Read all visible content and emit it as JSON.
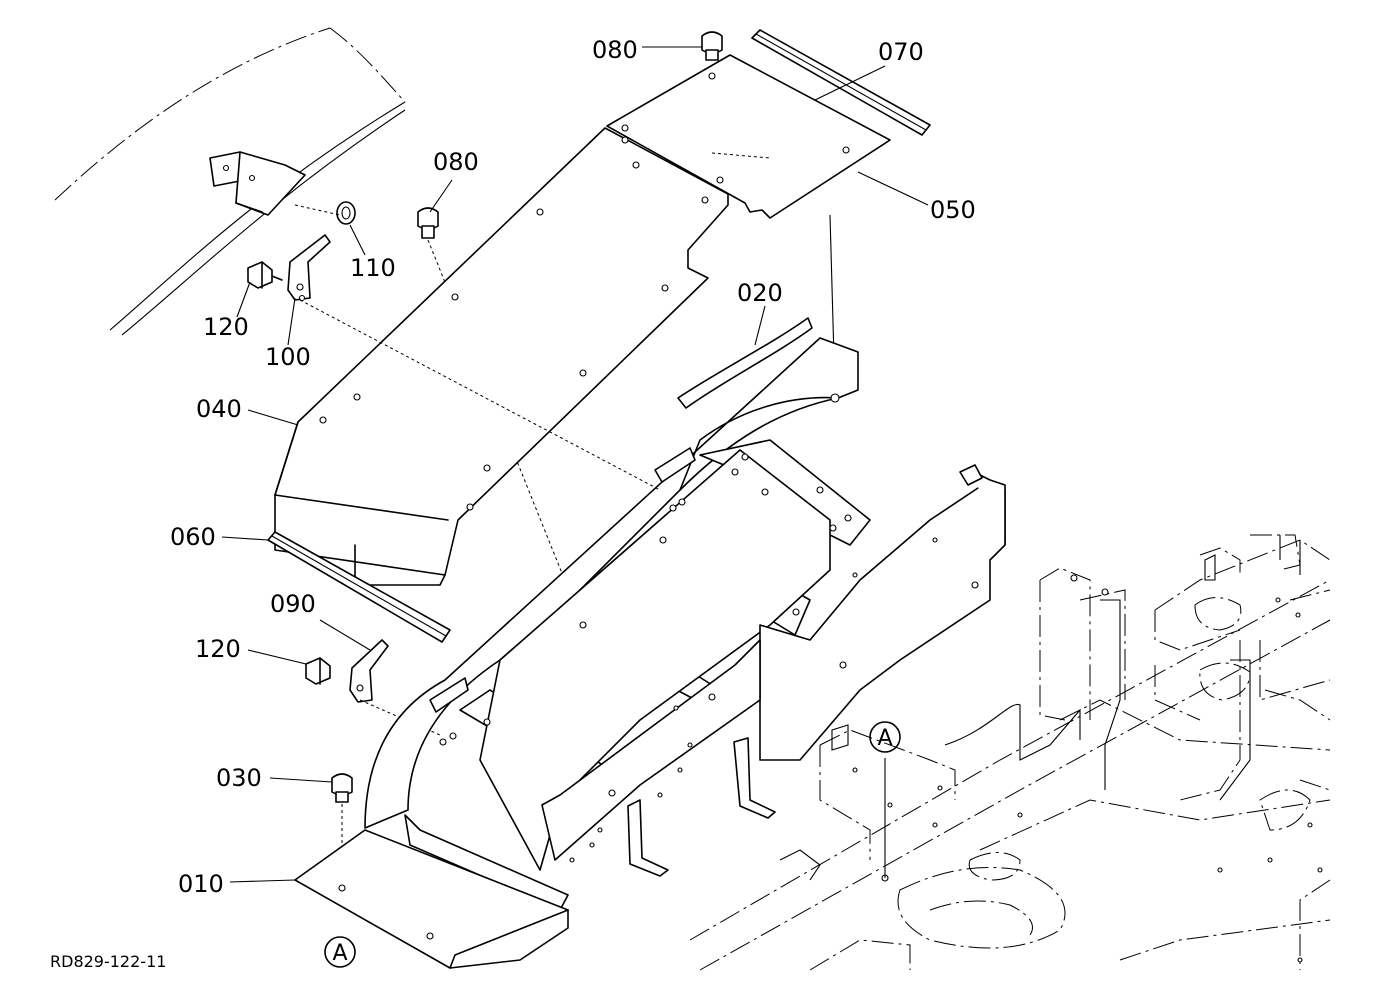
{
  "drawing_ref": "RD829-122-11",
  "section_marker": "A",
  "parts": [
    {
      "id": "p080a",
      "label": "080"
    },
    {
      "id": "p070",
      "label": "070"
    },
    {
      "id": "p050",
      "label": "050"
    },
    {
      "id": "p080b",
      "label": "080"
    },
    {
      "id": "p110",
      "label": "110"
    },
    {
      "id": "p120a",
      "label": "120"
    },
    {
      "id": "p100",
      "label": "100"
    },
    {
      "id": "p020",
      "label": "020"
    },
    {
      "id": "p040",
      "label": "040"
    },
    {
      "id": "p060",
      "label": "060"
    },
    {
      "id": "p090",
      "label": "090"
    },
    {
      "id": "p120b",
      "label": "120"
    },
    {
      "id": "p030",
      "label": "030"
    },
    {
      "id": "p010",
      "label": "010"
    }
  ]
}
